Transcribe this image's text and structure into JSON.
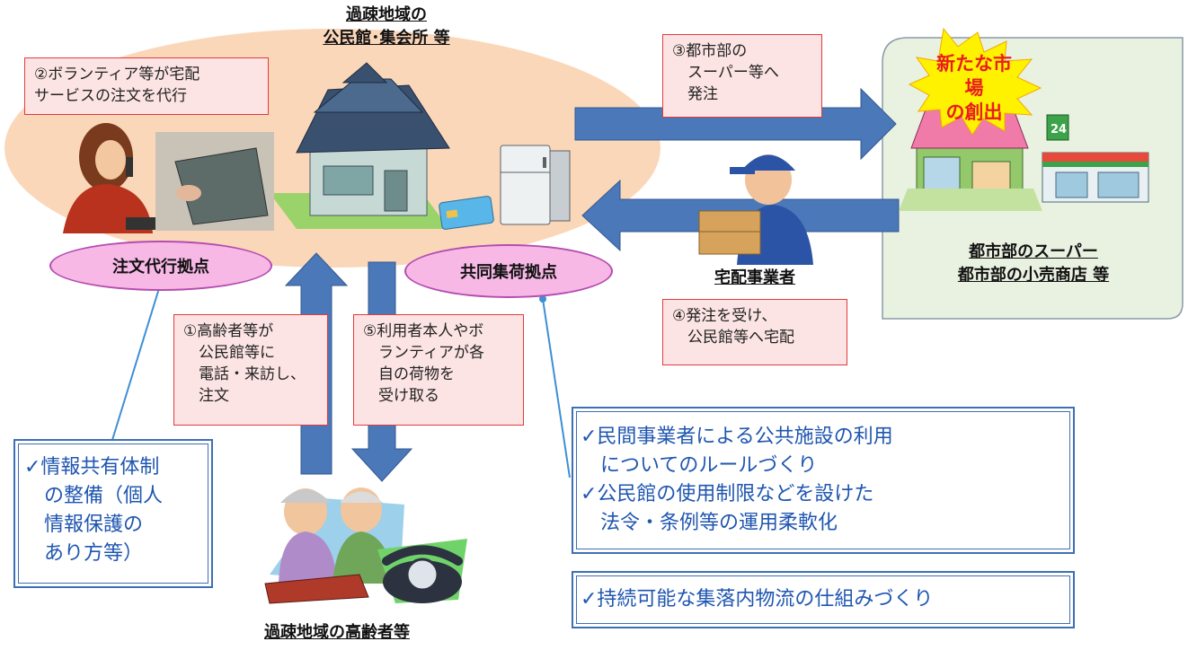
{
  "colors": {
    "ellipse_fill": "#fbd7b9",
    "arrow_fill": "#4a78b8",
    "market_panel_fill": "#e9f1e1",
    "pink_box_fill": "#fde4e4",
    "pink_box_border": "#e23b3b",
    "pill_fill": "#f7b8e6",
    "blue_text": "#1f56b0",
    "burst_fill": "#fff200",
    "burst_text": "#e81e1e"
  },
  "labels": {
    "community_center": "過疎地域の\n公民館･集会所 等",
    "order_hub": "注文代行拠点",
    "collection_hub": "共同集荷拠点",
    "delivery_company": "宅配事業者",
    "urban_stores": "都市部のスーパー\n都市部の小売商店 等",
    "elderly": "過疎地域の高齢者等",
    "new_market": "新たな市場\nの創出"
  },
  "steps": {
    "step2": "②ボランティア等が宅配\nサービスの注文を代行",
    "step3": "③都市部の\n　スーパー等へ\n　発注",
    "step4": "④発注を受け、\n　公民館等へ宅配",
    "step1": "①高齢者等が\n　公民館等に\n　電話・来訪し、\n　注文",
    "step5": "⑤利用者本人やボ\n　ランティアが各\n　自の荷物を\n　受け取る"
  },
  "notes": {
    "info_sharing": "✓情報共有体制\n　の整備（個人\n　情報保護の\n　あり方等）",
    "public_facility": "✓民間事業者による公共施設の利用\n　についてのルールづくり\n✓公民館の使用制限などを設けた\n　法令・条例等の運用柔軟化",
    "sustainable": "✓持続可能な集落内物流の仕組みづくり"
  },
  "icons": {
    "community_house": "house-icon",
    "volunteer": "woman-phone-icon",
    "tablet": "tablet-icon",
    "fridge": "refrigerator-icon",
    "card": "credit-card-icon",
    "courier": "delivery-man-icon",
    "shop": "storefront-icon",
    "convenience_store": "convenience-store-icon",
    "elderly_couple": "elderly-couple-icon",
    "telephone": "rotary-phone-icon"
  }
}
